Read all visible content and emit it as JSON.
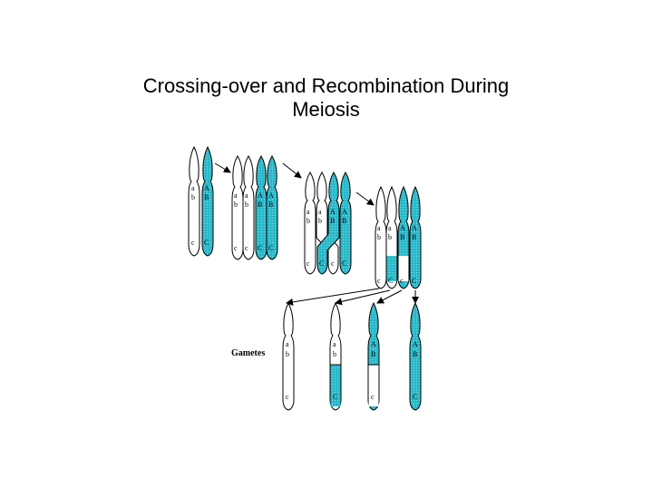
{
  "slide": {
    "title_line_1": "Crossing-over and Recombination During",
    "title_line_2": "Meiosis",
    "gametes_label": "Gametes"
  },
  "alleles": {
    "a": "a",
    "b": "b",
    "c": "c",
    "A": "A",
    "B": "B",
    "C": "C"
  },
  "colors": {
    "parent_white": "#ffffff",
    "parent_cyan": "#2ab9c9",
    "outline": "#000000"
  }
}
